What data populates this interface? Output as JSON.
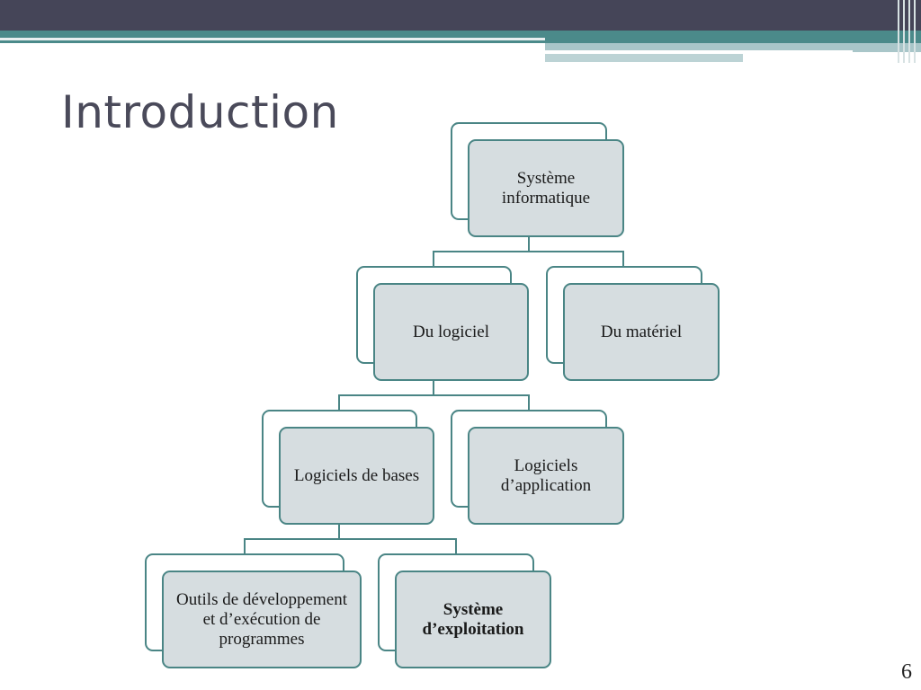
{
  "slide": {
    "title": "Introduction",
    "page_number": "6"
  },
  "colors": {
    "banner_dark": "#454558",
    "banner_teal": "#4b8a8a",
    "node_border": "#4a8585",
    "node_fill": "#d6dde0"
  },
  "diagram": {
    "root": "Système informatique",
    "level1": [
      "Du logiciel",
      "Du matériel"
    ],
    "level2": [
      "Logiciels de bases",
      "Logiciels d’application"
    ],
    "level3": [
      "Outils de développement et d’exécution de programmes",
      "Système d’exploitation"
    ]
  }
}
